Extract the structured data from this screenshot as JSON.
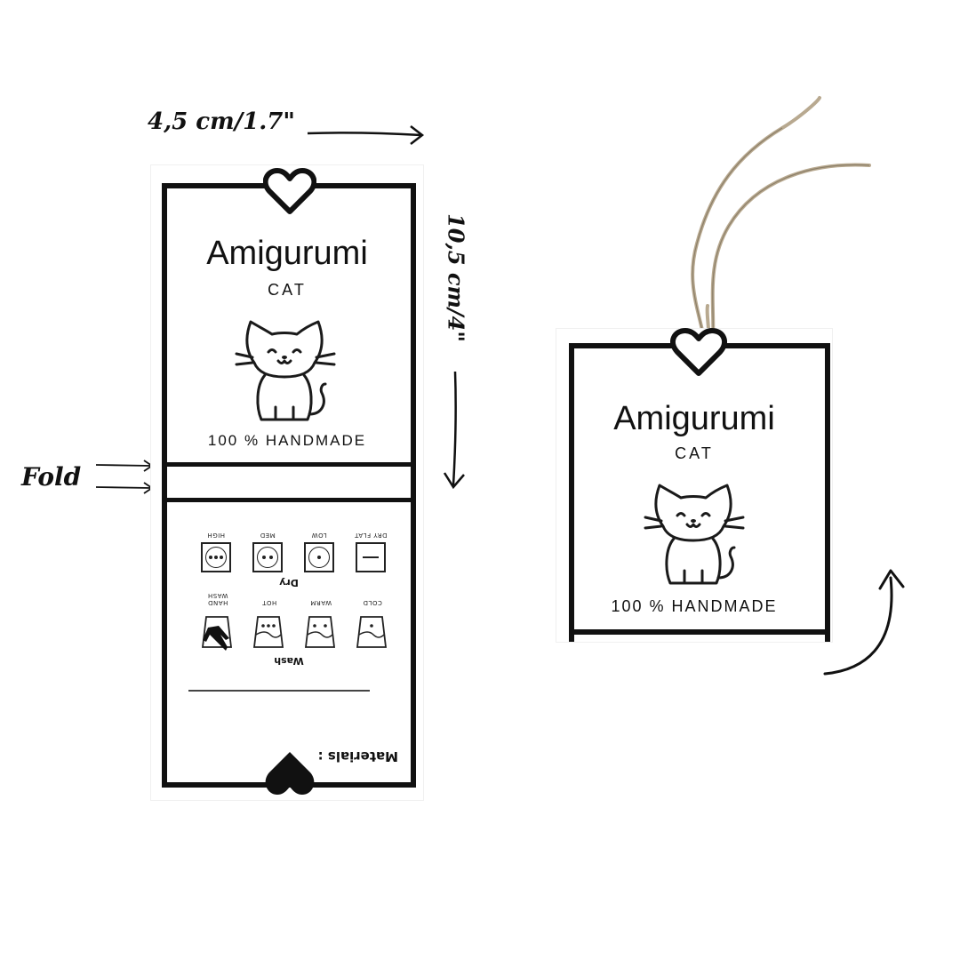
{
  "annotations": {
    "width_label": "4,5 cm/1.7\"",
    "height_label": "10,5 cm/4\"",
    "fold_label": "Fold"
  },
  "tag": {
    "title": "Amigurumi",
    "subtitle": "CAT",
    "footer": "100 % HANDMADE"
  },
  "care": {
    "dry_heading": "Dry",
    "dry_items": [
      "HIGH",
      "MED",
      "LOW",
      "DRY FLAT"
    ],
    "wash_heading": "Wash",
    "wash_items": [
      "HAND WASH",
      "HOT",
      "WARM",
      "COLD"
    ],
    "materials_label": "Materials :"
  },
  "icons": [
    "heart-icon",
    "cat-icon",
    "arrow-right-icon",
    "arrow-down-icon",
    "curved-arrow-icon",
    "hand-wash-icon"
  ],
  "colors": {
    "ink": "#111111",
    "paper": "#ffffff",
    "twine": "#b8a990"
  }
}
